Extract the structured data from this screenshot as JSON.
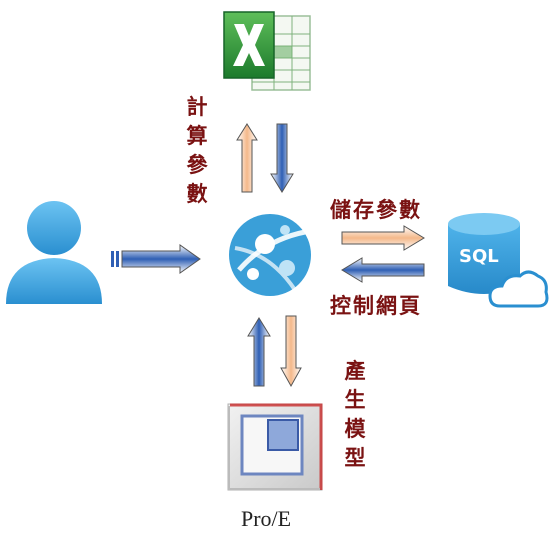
{
  "labels": {
    "excel_to_web": "計\n算\n參\n數",
    "web_to_db_top": "儲存參數",
    "db_to_web_bottom": "控制網頁",
    "web_to_proe": "產\n生\n模\n型",
    "proe_caption": "Pro/E",
    "db_badge": "SQL"
  },
  "icons": {
    "user": "user-icon",
    "excel": "excel-icon",
    "web_app": "web-app-icon",
    "database": "sql-cloud-database-icon",
    "proe": "proe-icon"
  },
  "colors": {
    "label": "#7a1212",
    "blue": "#2f5fb4",
    "orange": "#f0a06a",
    "azure": "#3a9fd8"
  }
}
